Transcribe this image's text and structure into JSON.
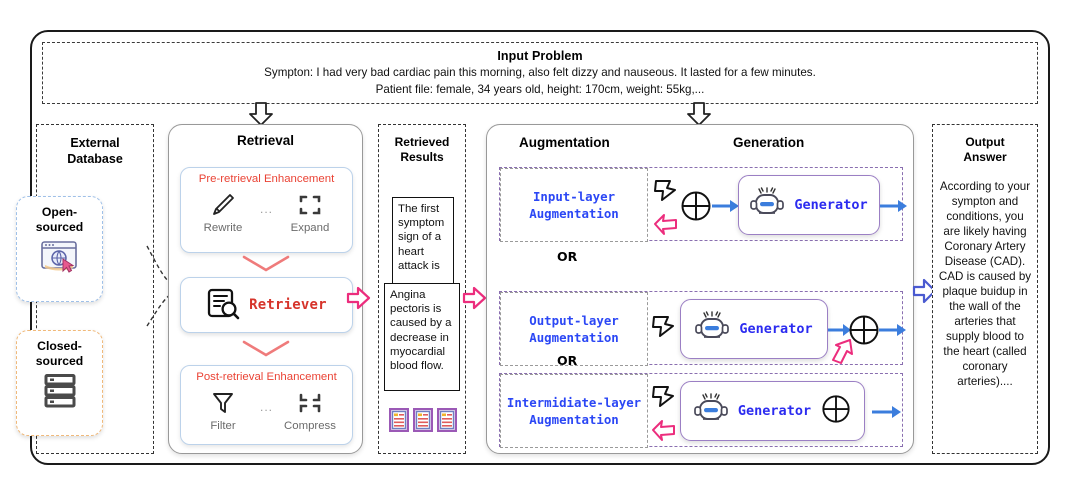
{
  "input_problem": {
    "title": "Input Problem",
    "line1": "Sympton: I had very bad cardiac pain this morning, also felt dizzy and nauseous. It lasted for a few minutes.",
    "line2": "Patient file: female, 34 years old, height: 170cm, weight: 55kg,..."
  },
  "external_database": {
    "title_line1": "External",
    "title_line2": "Database",
    "cards": [
      {
        "label_line1": "Open-",
        "label_line2": "sourced",
        "icon": "browser-globe-icon",
        "border_color": "#9fc0e8"
      },
      {
        "label_line1": "Closed-",
        "label_line2": "sourced",
        "icon": "server-stack-icon",
        "border_color": "#f0b97a"
      }
    ]
  },
  "retrieval": {
    "title": "Retrieval",
    "pre_enhancement": {
      "title": "Pre-retrieval Enhancement",
      "dots": "...",
      "items": [
        {
          "label": "Rewrite",
          "icon": "pencil-icon"
        },
        {
          "label": "Expand",
          "icon": "expand-brackets-icon"
        }
      ]
    },
    "retriever": {
      "label": "Retriever",
      "icon": "document-search-icon"
    },
    "post_enhancement": {
      "title": "Post-retrieval Enhancement",
      "dots": "...",
      "items": [
        {
          "label": "Filter",
          "icon": "funnel-icon"
        },
        {
          "label": "Compress",
          "icon": "compress-brackets-icon"
        }
      ]
    }
  },
  "retrieved_results": {
    "title_line1": "Retrieved",
    "title_line2": "Results",
    "callout_back": "The first symptom sign of a heart attack is",
    "callout_front": "Angina pectoris is caused by a decrease in myocardial blood flow.",
    "doc_icons": [
      "document-icon",
      "document-icon",
      "document-icon"
    ]
  },
  "augmentation_generation": {
    "column_titles": {
      "augmentation": "Augmentation",
      "generation": "Generation"
    },
    "or_label": "OR",
    "rows": [
      {
        "augmentation_label_line1": "Input-layer",
        "augmentation_label_line2": "Augmentation",
        "generator_label": "Generator",
        "generator_icon": "robot-icon",
        "plus_icon": "circled-plus-icon",
        "plus_position": "before-generator"
      },
      {
        "augmentation_label_line1": "Output-layer",
        "augmentation_label_line2": "Augmentation",
        "generator_label": "Generator",
        "generator_icon": "robot-icon",
        "plus_icon": "circled-plus-icon",
        "plus_position": "after-generator"
      },
      {
        "augmentation_label_line1": "Intermidiate-layer",
        "augmentation_label_line2": "Augmentation",
        "generator_label": "Generator",
        "generator_icon": "robot-icon",
        "plus_icon": "circled-plus-icon",
        "plus_position": "inside-generator"
      }
    ]
  },
  "output_answer": {
    "title_line1": "Output",
    "title_line2": "Answer",
    "body": "According to your sympton and conditions, you are likely having Coronary Artery Disease (CAD). CAD is caused by plaque buidup in the wall of the arteries that supply blood to the heart (called coronary arteries)...."
  },
  "colors": {
    "accent_red": "#ea4335",
    "retriever_red": "#d6342b",
    "generator_blue": "#2b2bf0",
    "aug_label_blue": "#2b47f5",
    "purple_dash": "#8a6fb0",
    "pink_arrow": "#ec2d7d",
    "blue_arrow": "#3b7ddd",
    "open_sourced_border": "#9fc0e8",
    "closed_sourced_border": "#f0b97a"
  }
}
